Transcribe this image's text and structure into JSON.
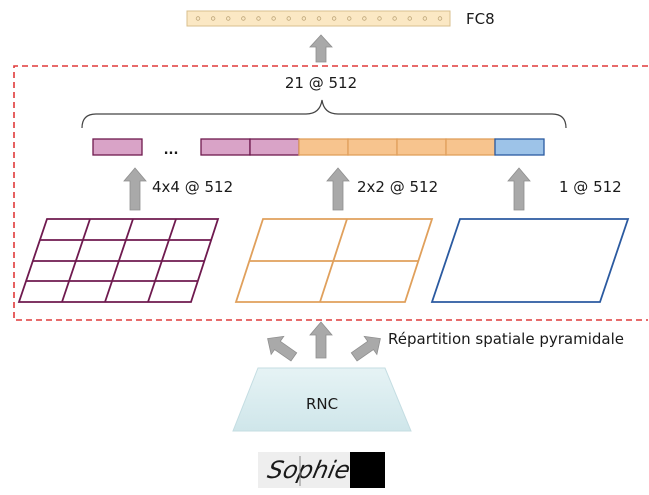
{
  "fc_label": "FC8",
  "total_label": "21 @ 512",
  "level_labels": {
    "fine": "4x4 @ 512",
    "mid": "2x2 @ 512",
    "coarse": "1 @ 512"
  },
  "ellipsis": "...",
  "spp_label": "Répartition spatiale pyramidale",
  "rnc_label": "RNC",
  "signature_text": "Sophie",
  "colors": {
    "fine": "#6f1a4f",
    "fine_fill": "#d9a3c7",
    "mid": "#e0a05c",
    "mid_fill": "#f7c48e",
    "coarse": "#2b5aa0",
    "coarse_fill": "#9dc3e8",
    "dashed_box": "#e03a3a",
    "arrow": "#a9a9a9",
    "fc_fill": "#fbe8c4",
    "fc_border": "#d8bf8e",
    "rnc_fill": "#d6ecf0"
  }
}
